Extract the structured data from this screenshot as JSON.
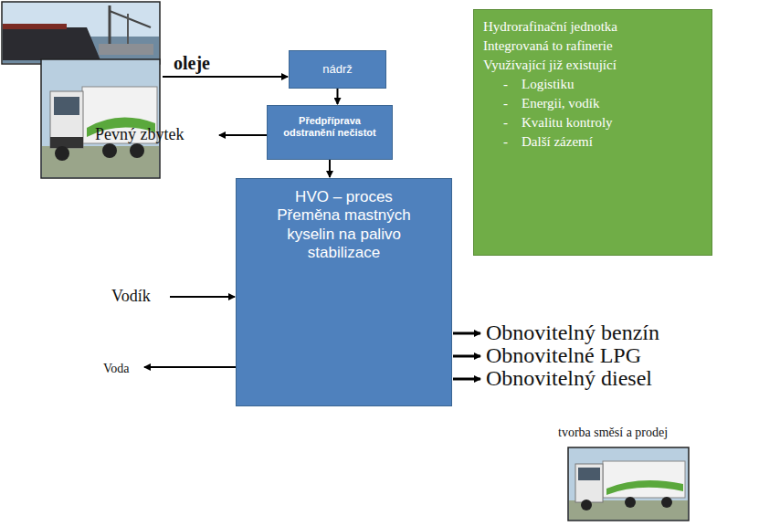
{
  "diagram": {
    "nodes": [
      {
        "text": [
          "nádrž"
        ]
      },
      {
        "text": [
          "Předpříprava odstranění nečistot"
        ]
      },
      {
        "text": [
          "HVO – proces Přeměna mastných kyselin na palivo stabilizace"
        ]
      },
      {
        "text": [
          "Hydrorafinační jednotka",
          "Integrovaná to rafinerie",
          "Využívající již existující",
          "-    Logistiku",
          "-    Energii, vodík",
          "-    Kvalitu kontroly",
          "-    Další zázemí"
        ]
      }
    ],
    "edges": [
      {
        "from": 0,
        "to": 1,
        "arrow": "to"
      },
      {
        "from": 1,
        "to": 2,
        "arrow": "to"
      }
    ],
    "labels": [
      "oleje",
      "Pevný zbytek",
      "Vodík",
      "Voda",
      "Obnovitelný benzín",
      "Obnovitelné LPG",
      "Obnovitelný diesel",
      "tvorba směsí a prodej"
    ]
  }
}
